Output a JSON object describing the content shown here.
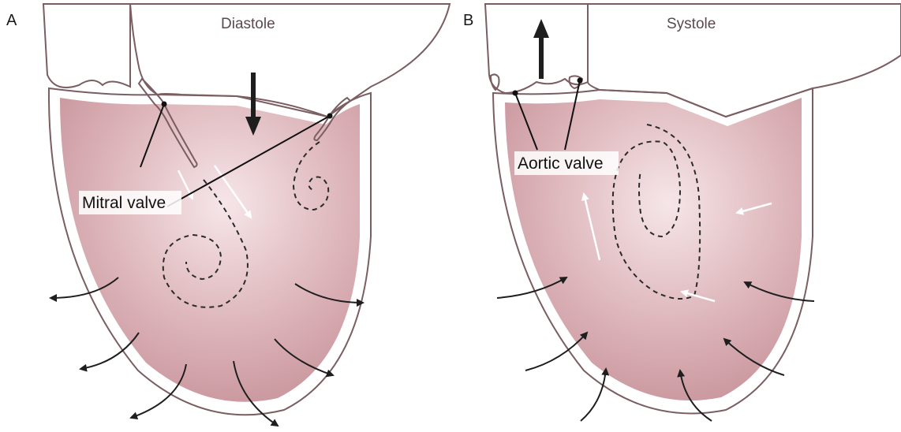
{
  "panels": [
    {
      "letter": "A",
      "title": "Diastole",
      "valve_label": "Mitral valve"
    },
    {
      "letter": "B",
      "title": "Systole",
      "valve_label": "Aortic valve"
    }
  ],
  "colors": {
    "myocardium": "#e8c9cb",
    "cavity_light": "#f4e1e3",
    "cavity_dark": "#c99aa1",
    "atrium": "#d9abb1",
    "outline": "#7a5e62",
    "aorta": "#f1dcd4"
  }
}
